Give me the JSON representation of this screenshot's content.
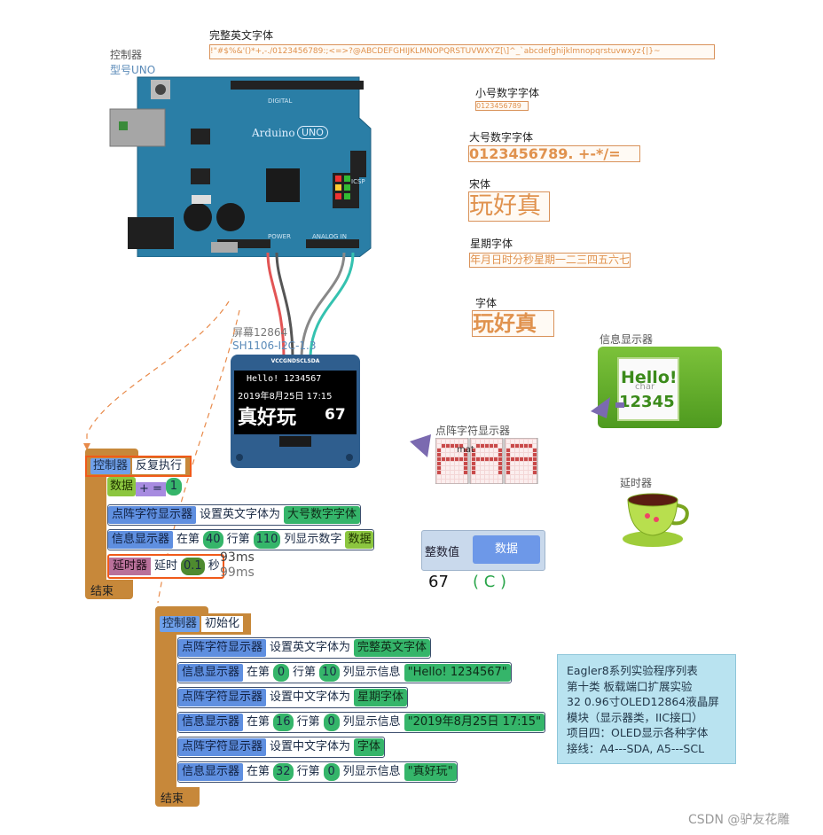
{
  "controller": {
    "title": "控制器",
    "model": "型号UNO"
  },
  "board": {
    "brand": "Arduino",
    "model": "UNO",
    "icsp": "ICSP",
    "digital": "DIGITAL",
    "analog": "ANALOG IN",
    "power": "POWER"
  },
  "fonts": {
    "english_full": {
      "title": "完整英文字体",
      "sample": "!\"#$%&'()*+,-./0123456789:;<=>?@ABCDEFGHIJKLMNOPQRSTUVWXYZ[\\]^_`abcdefghijklmnopqrstuvwxyz{|}~"
    },
    "small_digit": {
      "title": "小号数字字体",
      "sample": "0123456789"
    },
    "large_digit": {
      "title": "大号数字字体",
      "sample": "0123456789. +-*/="
    },
    "songti": {
      "title": "宋体",
      "sample": "玩好真"
    },
    "week": {
      "title": "星期字体",
      "sample": "年月日时分秒星期一二三四五六七"
    },
    "font": {
      "title": "字体",
      "sample": "玩好真"
    }
  },
  "screen": {
    "label1": "屏幕12864",
    "label2": "SH1106-I2C-1.3",
    "pins": "VCCGNDSCLSDA",
    "line1": "Hello! 1234567",
    "line2": "2019年8月25日 17:15",
    "line3_text": "真好玩",
    "line3_num": "67"
  },
  "info_display": {
    "title": "信息显示器",
    "line1": "Hello!",
    "line2": "12345",
    "tag": "char"
  },
  "matrix_display": {
    "title": "点阵字符显示器",
    "tag": "mat"
  },
  "delay": {
    "title": "延时器"
  },
  "integer": {
    "label": "整数值",
    "button": "数据",
    "value": "67",
    "unit": "( C )"
  },
  "loop_block": {
    "controller": "控制器",
    "hat": "反复执行",
    "var": "数据",
    "op": "+ =",
    "inc": "1",
    "b2_dev": "点阵字符显示器",
    "b2_text": "设置英文字体为",
    "b2_val": "大号数字字体",
    "b3_dev": "信息显示器",
    "b3_t1": "在第",
    "b3_n1": "40",
    "b3_t2": "行第",
    "b3_n2": "110",
    "b3_t3": "列显示数字",
    "b3_val": "数据",
    "b4_dev": "延时器",
    "b4_t1": "延时",
    "b4_n": "0.1",
    "b4_t2": "秒",
    "t1": "93ms",
    "t2": "99ms",
    "end": "结束"
  },
  "init_block": {
    "controller": "控制器",
    "hat": "初始化",
    "rows": [
      {
        "dev": "点阵字符显示器",
        "text": "设置英文字体为",
        "val": "完整英文字体"
      },
      {
        "dev": "信息显示器",
        "t1": "在第",
        "n1": "0",
        "t2": "行第",
        "n2": "10",
        "t3": "列显示信息",
        "val": "\"Hello!  1234567\""
      },
      {
        "dev": "点阵字符显示器",
        "text": "设置中文字体为",
        "val": "星期字体"
      },
      {
        "dev": "信息显示器",
        "t1": "在第",
        "n1": "16",
        "t2": "行第",
        "n2": "0",
        "t3": "列显示信息",
        "val": "\"2019年8月25日  17:15\""
      },
      {
        "dev": "点阵字符显示器",
        "text": "设置中文字体为",
        "val": "字体"
      },
      {
        "dev": "信息显示器",
        "t1": "在第",
        "n1": "32",
        "t2": "行第",
        "n2": "0",
        "t3": "列显示信息",
        "val": "\"真好玩\""
      }
    ],
    "end": "结束"
  },
  "note": {
    "lines": [
      "Eagler8系列实验程序列表",
      "第十类 板载端口扩展实验",
      "32 0.96寸OLED12864液晶屏",
      "模块（显示器类，IIC接口）",
      "项目四：OLED显示各种字体",
      "接线：A4---SDA, A5---SCL"
    ]
  },
  "watermark": "CSDN @驴友花雕",
  "colors": {
    "board": "#2a7ea6",
    "wood": "#c7883a",
    "blockBlue": "#5f8fe0",
    "blockGreen": "#35b56a",
    "noteBg": "#b9e3f0",
    "fontSample": "#e0924e"
  }
}
